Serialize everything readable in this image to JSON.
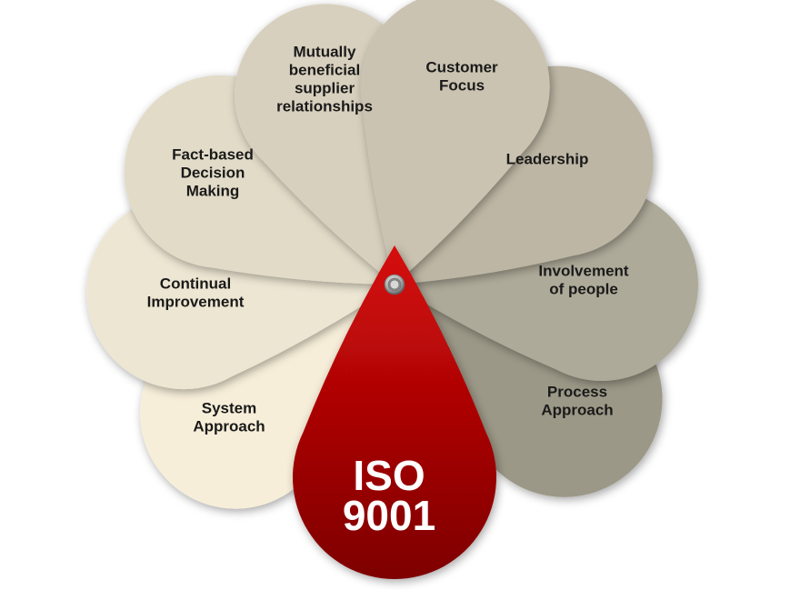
{
  "diagram": {
    "center": {
      "lines": [
        "ISO",
        "9001"
      ],
      "color_top": "#d60a0a",
      "color_bottom": "#7e0000"
    },
    "petals": [
      {
        "lines": [
          "System",
          "Approach"
        ],
        "color": "#f7eed9"
      },
      {
        "lines": [
          "Continual",
          "Improvement"
        ],
        "color": "#ede6d3"
      },
      {
        "lines": [
          "Fact-based",
          "Decision",
          "Making"
        ],
        "color": "#e2dbc8"
      },
      {
        "lines": [
          "Mutually",
          "beneficial",
          "supplier",
          "relationships"
        ],
        "color": "#d8d0be"
      },
      {
        "lines": [
          "Process",
          "Approach"
        ],
        "color": "#9c9887"
      },
      {
        "lines": [
          "Involvement",
          "of people"
        ],
        "color": "#aeaa99"
      },
      {
        "lines": [
          "Leadership"
        ],
        "color": "#bdb6a4"
      },
      {
        "lines": [
          "Customer",
          "Focus"
        ],
        "color": "#cbc3b1"
      }
    ]
  }
}
